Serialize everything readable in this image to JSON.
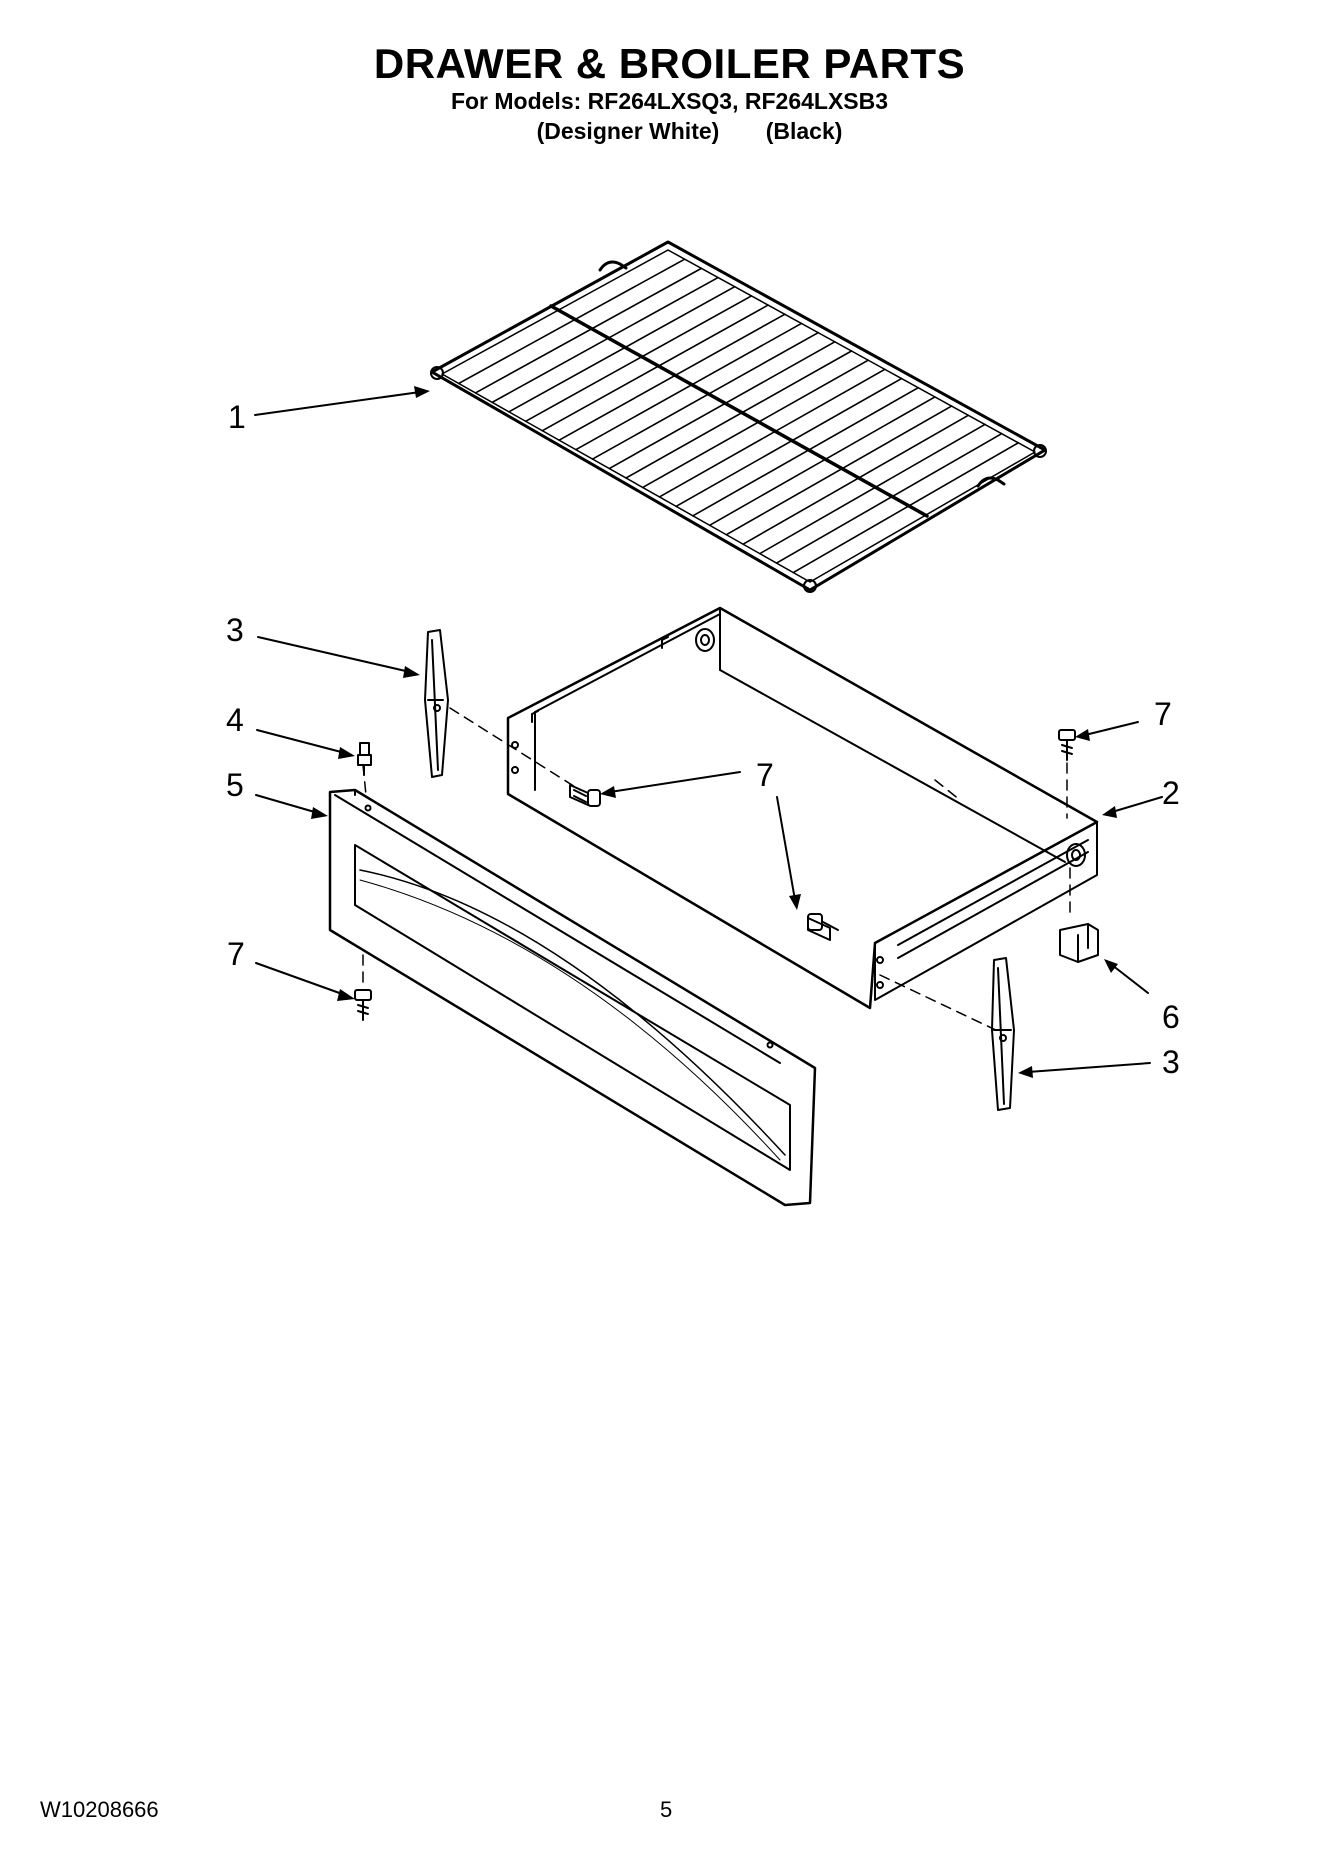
{
  "header": {
    "title": "DRAWER & BROILER PARTS",
    "models": "For Models: RF264LXSQ3, RF264LXSB3",
    "variant_1": "(Designer White)",
    "variant_2": "(Black)"
  },
  "callouts": {
    "rack": "1",
    "drawer_body": "2",
    "slide_left": "3",
    "slide_right": "3",
    "stud": "4",
    "drawer_front": "5",
    "clip": "6",
    "screw_top_right": "7",
    "screw_center": "7",
    "screw_left_bottom": "7"
  },
  "footer": {
    "doc_number": "W10208666",
    "page_number": "5"
  }
}
